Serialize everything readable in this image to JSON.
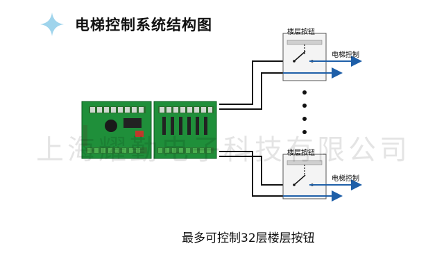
{
  "title": "电梯控制系统结构图",
  "caption": "最多可控制32层楼层按钮",
  "watermark": "上海耀勤电子科技有限公司",
  "floor_button_top": {
    "label": "楼层按钮",
    "output_label": "电梯控制"
  },
  "floor_button_bottom": {
    "label": "楼层按钮",
    "output_label": "电梯控制"
  },
  "colors": {
    "board_green": "#1f8f3a",
    "arrow_blue": "#1e5fa8",
    "wire": "#111111",
    "sparkle": "#9fd4ec"
  },
  "icons": {
    "title_mark": "sparkle-icon",
    "ellipsis": "vertical-dots-icon"
  }
}
